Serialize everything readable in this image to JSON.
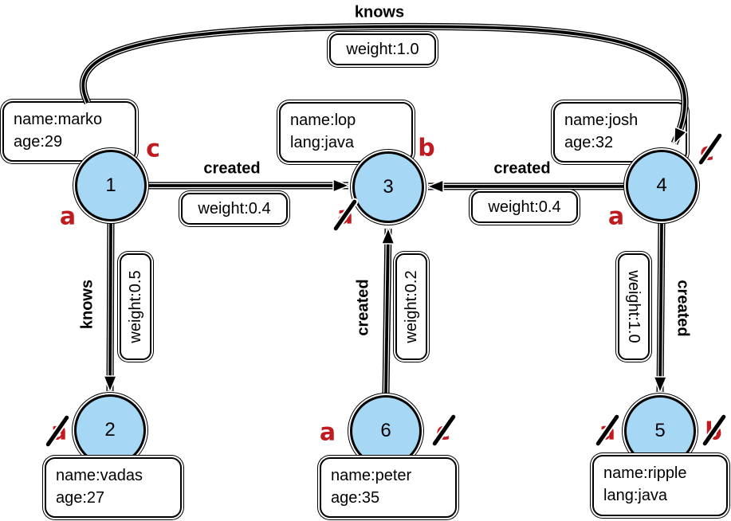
{
  "diagram": {
    "type": "property-graph",
    "colors": {
      "node_fill": "#a6d7f4",
      "node_border": "#000000",
      "edge": "#000000",
      "marker_red": "#c11b22",
      "box_bg": "#ffffff"
    },
    "nodes": {
      "v1": {
        "label": "1",
        "prop1": "name:marko",
        "prop2": "age:29"
      },
      "v2": {
        "label": "2",
        "prop1": "name:vadas",
        "prop2": "age:27"
      },
      "v3": {
        "label": "3",
        "prop1": "name:lop",
        "prop2": "lang:java"
      },
      "v4": {
        "label": "4",
        "prop1": "name:josh",
        "prop2": "age:32"
      },
      "v5": {
        "label": "5",
        "prop1": "name:ripple",
        "prop2": "lang:java"
      },
      "v6": {
        "label": "6",
        "prop1": "name:peter",
        "prop2": "age:35"
      }
    },
    "edges": {
      "knows_1_4": {
        "from": "1",
        "to": "4",
        "label": "knows",
        "weight": "weight:1.0"
      },
      "created_1_3": {
        "from": "1",
        "to": "3",
        "label": "created",
        "weight": "weight:0.4"
      },
      "created_4_3": {
        "from": "4",
        "to": "3",
        "label": "created",
        "weight": "weight:0.4"
      },
      "knows_1_2": {
        "from": "1",
        "to": "2",
        "label": "knows",
        "weight": "weight:0.5"
      },
      "created_6_3": {
        "from": "6",
        "to": "3",
        "label": "created",
        "weight": "weight:0.2"
      },
      "created_4_5": {
        "from": "4",
        "to": "5",
        "label": "created",
        "weight": "weight:1.0"
      }
    },
    "markers": {
      "v1_a": {
        "letter": "a",
        "crossed": false
      },
      "v1_c": {
        "letter": "c",
        "crossed": false
      },
      "v2_a": {
        "letter": "a",
        "crossed": true
      },
      "v3_a": {
        "letter": "a",
        "crossed": true
      },
      "v3_b": {
        "letter": "b",
        "crossed": false
      },
      "v4_a": {
        "letter": "a",
        "crossed": false
      },
      "v4_c": {
        "letter": "c",
        "crossed": true
      },
      "v5_a": {
        "letter": "a",
        "crossed": true
      },
      "v5_b": {
        "letter": "b",
        "crossed": true
      },
      "v6_a": {
        "letter": "a",
        "crossed": false
      },
      "v6_c": {
        "letter": "c",
        "crossed": true
      }
    }
  }
}
